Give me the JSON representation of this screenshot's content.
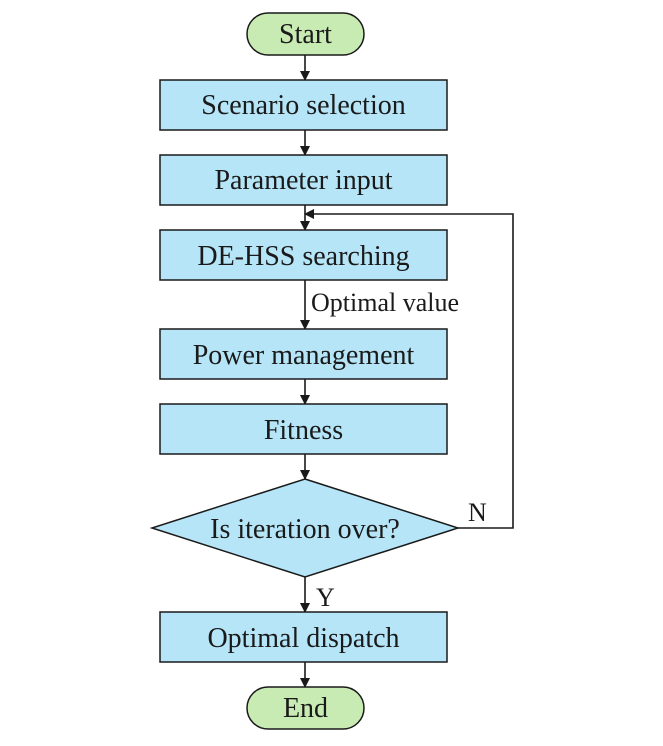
{
  "nodes": {
    "start": "Start",
    "scenario_selection": "Scenario selection",
    "parameter_input": "Parameter input",
    "de_hss_searching": "DE-HSS searching",
    "power_management": "Power management",
    "fitness": "Fitness",
    "iteration_check": "Is iteration over?",
    "optimal_dispatch": "Optimal dispatch",
    "end": "End"
  },
  "edge_labels": {
    "optimal_value": "Optimal value",
    "no": "N",
    "yes": "Y"
  },
  "colors": {
    "process_fill": "#b5e5f7",
    "terminal_fill": "#c8ebb4",
    "stroke": "#1a1a1a"
  }
}
